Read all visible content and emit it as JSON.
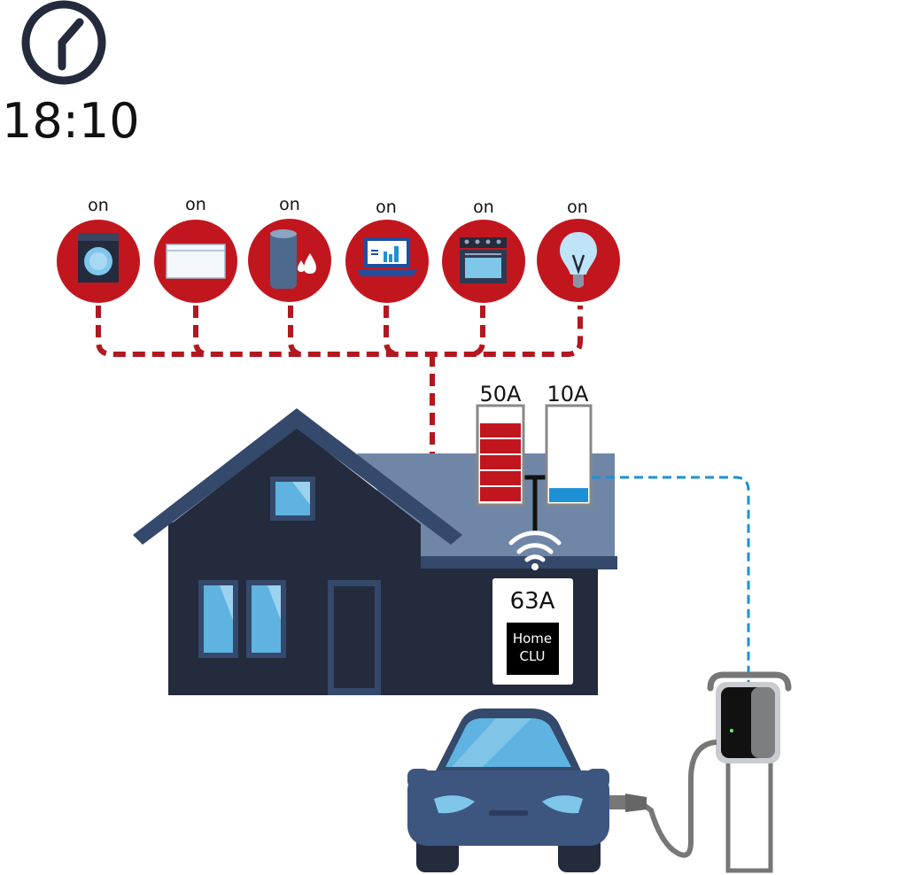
{
  "clock": {
    "time": "18:10"
  },
  "appliances": [
    {
      "icon": "washing-machine-icon",
      "status": "on"
    },
    {
      "icon": "radiator-icon",
      "status": "on"
    },
    {
      "icon": "water-heater-icon",
      "status": "on"
    },
    {
      "icon": "laptop-icon",
      "status": "on"
    },
    {
      "icon": "stove-icon",
      "status": "on"
    },
    {
      "icon": "light-bulb-icon",
      "status": "on"
    }
  ],
  "meters": {
    "household": {
      "label": "50A",
      "fill_fraction": 1.0,
      "segments": 5
    },
    "charger": {
      "label": "10A",
      "fill_fraction": 0.15
    }
  },
  "main_unit": {
    "current": "63A",
    "name_line1": "Home",
    "name_line2": "CLU"
  },
  "colors": {
    "red": "#c2161f",
    "house_dark": "#232b3d",
    "roof_blue": "#34496b",
    "roof_light": "#7086a6",
    "window_blue": "#5fb3e0",
    "charge_blue": "#1e90d6"
  }
}
